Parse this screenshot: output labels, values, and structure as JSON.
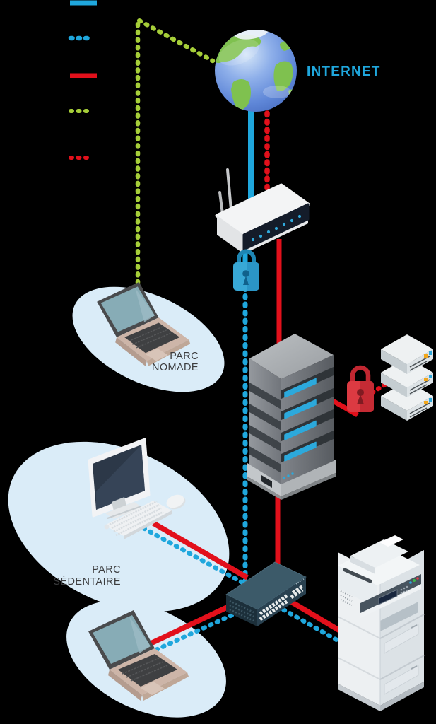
{
  "colors": {
    "cyan": "#1FA7DD",
    "red": "#E2101B",
    "green": "#A6CE39",
    "blob": "#DAECF8",
    "label_dark": "#3C3D3F"
  },
  "labels": {
    "internet": "INTERNET",
    "parc_nomade_line1": "PARC",
    "parc_nomade_line2": "NOMADE",
    "parc_sedentaire_line1": "PARC",
    "parc_sedentaire_line2": "SÉDENTAIRE"
  },
  "legend": {
    "items": [
      {
        "name": "solid-cyan-line",
        "style": "solid",
        "color": "#1FA7DD"
      },
      {
        "name": "dotted-cyan-line",
        "style": "dotted",
        "color": "#1FA7DD"
      },
      {
        "name": "solid-red-line",
        "style": "solid",
        "color": "#E2101B"
      },
      {
        "name": "dotted-green-line",
        "style": "dotted",
        "color": "#A6CE39"
      },
      {
        "name": "dotted-red-line",
        "style": "dotted",
        "color": "#E2101B"
      }
    ]
  },
  "diagram": {
    "nodes": [
      {
        "id": "internet-globe",
        "label": "INTERNET"
      },
      {
        "id": "wifi-router"
      },
      {
        "id": "vpn-padlock-blue"
      },
      {
        "id": "server-rack"
      },
      {
        "id": "security-padlock-red"
      },
      {
        "id": "storage-array"
      },
      {
        "id": "network-switch"
      },
      {
        "id": "laptop-nomade",
        "label": "PARC NOMADE"
      },
      {
        "id": "desktop-workstation",
        "label": "PARC SÉDENTAIRE"
      },
      {
        "id": "laptop-sedentaire"
      },
      {
        "id": "multifunction-printer"
      }
    ],
    "connections": [
      {
        "from": "internet-globe",
        "to": "wifi-router",
        "style": "solid",
        "color": "cyan"
      },
      {
        "from": "internet-globe",
        "to": "wifi-router",
        "style": "dotted",
        "color": "red"
      },
      {
        "from": "laptop-nomade",
        "to": "internet-globe",
        "style": "dotted",
        "color": "green"
      },
      {
        "from": "wifi-router",
        "to": "network-switch",
        "via": "vpn-padlock-blue",
        "style": "dotted",
        "color": "cyan"
      },
      {
        "from": "wifi-router",
        "to": "server-rack",
        "style": "solid",
        "color": "red"
      },
      {
        "from": "server-rack",
        "to": "network-switch",
        "style": "solid",
        "color": "red"
      },
      {
        "from": "server-rack",
        "to": "storage-array",
        "via": "security-padlock-red",
        "style": "solid+dotted",
        "color": "red"
      },
      {
        "from": "network-switch",
        "to": "desktop-workstation",
        "style": "solid",
        "color": "red"
      },
      {
        "from": "network-switch",
        "to": "desktop-workstation",
        "style": "dotted",
        "color": "cyan"
      },
      {
        "from": "network-switch",
        "to": "laptop-sedentaire",
        "style": "solid",
        "color": "red"
      },
      {
        "from": "network-switch",
        "to": "laptop-sedentaire",
        "style": "dotted",
        "color": "cyan"
      },
      {
        "from": "network-switch",
        "to": "multifunction-printer",
        "style": "solid",
        "color": "red"
      },
      {
        "from": "network-switch",
        "to": "multifunction-printer",
        "style": "dotted",
        "color": "cyan"
      }
    ]
  }
}
